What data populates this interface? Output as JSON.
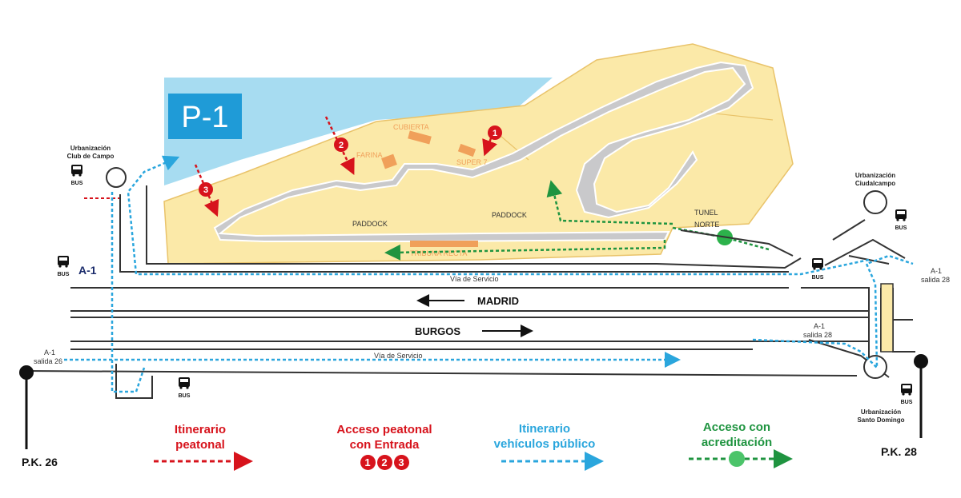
{
  "parking_label": "P-1",
  "places": {
    "urb_club_campo": [
      "Urbanización",
      "Club de Campo"
    ],
    "urb_ciudalcampo": [
      "Urbanización",
      "Ciudalcampo"
    ],
    "urb_santo_domingo": [
      "Urbanización",
      "Santo Domingo"
    ]
  },
  "bus": "BUS",
  "a1_left": "A-1",
  "exit_left": [
    "A-1",
    "salida 26"
  ],
  "exit_right_top": [
    "A-1",
    "salida 28"
  ],
  "exit_right_mid": [
    "A-1",
    "salida 28"
  ],
  "via_servicio": "Vía de Servicio",
  "madrid": "MADRID",
  "burgos": "BURGOS",
  "pk_left": "P.K. 26",
  "pk_right": "P.K. 28",
  "track_labels": {
    "cubierta": "CUBIERTA",
    "farina": "FARINA",
    "super7": "SUPER 7",
    "paddock": "PADDOCK",
    "tribuna_recta": "TRIBUNA RECTA",
    "tunel_norte": [
      "TUNEL",
      "NORTE"
    ]
  },
  "entrance_numbers": [
    "1",
    "2",
    "3"
  ],
  "legend": {
    "pedestrian": [
      "Itinerario",
      "peatonal"
    ],
    "pedestrian_ticket": [
      "Acceso peatonal",
      "con Entrada"
    ],
    "public_vehicles": [
      "Itinerario",
      "vehículos público"
    ],
    "accreditation": [
      "Acceso con",
      "acreditación"
    ]
  },
  "colors": {
    "circuit_area": "#fbe9a8",
    "circuit_border": "#e9c36a",
    "track": "#c9c9cb",
    "parking_area": "#a7dcf1",
    "parking_sign": "#1f9bd7",
    "pedestrian_route": "#d7131c",
    "vehicle_route": "#2aa6dd",
    "accreditation_route": "#1f9440",
    "building": "#f0a05a"
  }
}
